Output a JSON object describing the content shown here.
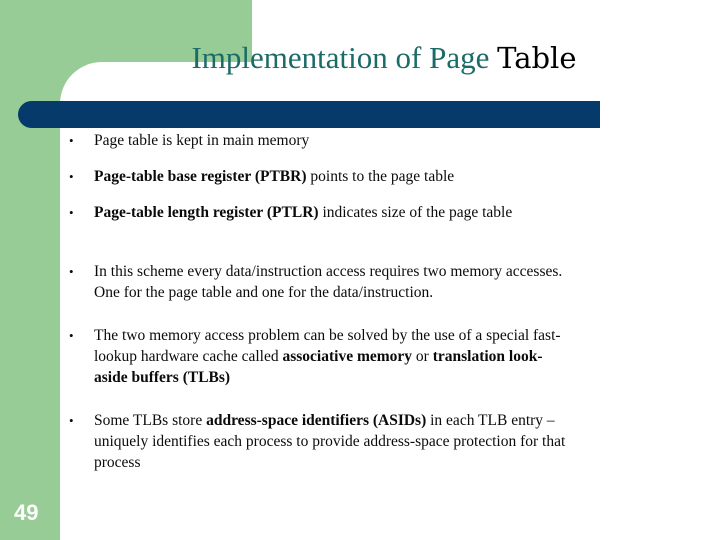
{
  "slide": {
    "title": {
      "main": "Implementation of Page ",
      "tail": "Table"
    },
    "page_number": "49",
    "bullet_glyph": "•",
    "colors": {
      "panel_green": "#98cc96",
      "bar_blue": "#053a6b",
      "title_teal": "#1b6b68",
      "title_black": "#000000",
      "body_text": "#0b0b0b",
      "page_number": "#ffffff"
    },
    "bullets": [
      {
        "id": "page-table-in-memory",
        "lines": [
          [
            {
              "text": "Page table is kept in main memory",
              "bold": false
            }
          ]
        ]
      },
      {
        "id": "ptbr",
        "lines": [
          [
            {
              "text": "Page-table base register (PTBR)",
              "bold": true
            },
            {
              "text": " points to the page table",
              "bold": false
            }
          ]
        ]
      },
      {
        "id": "ptlr",
        "lines": [
          [
            {
              "text": "Page-table length register (PTLR)",
              "bold": true
            },
            {
              "text": " indicates size of the page table",
              "bold": false
            }
          ]
        ]
      },
      {
        "id": "two-memory-accesses",
        "lines": [
          [
            {
              "text": "In this scheme every data/instruction access requires two memory accesses.",
              "bold": false
            }
          ],
          [
            {
              "text": "One for the page table and one for the data/instruction.",
              "bold": false
            }
          ]
        ]
      },
      {
        "id": "tlb-cache",
        "lines": [
          [
            {
              "text": "The two memory access problem can be solved by the use of a special fast-",
              "bold": false
            }
          ],
          [
            {
              "text": "lookup hardware cache called ",
              "bold": false
            },
            {
              "text": "associative memory",
              "bold": true
            },
            {
              "text": " or ",
              "bold": false
            },
            {
              "text": "translation look-",
              "bold": true
            }
          ],
          [
            {
              "text": "aside buffers (TLBs)",
              "bold": true
            }
          ]
        ]
      },
      {
        "id": "asids",
        "lines": [
          [
            {
              "text": "Some TLBs store ",
              "bold": false
            },
            {
              "text": "address-space identifiers (ASIDs)",
              "bold": true
            },
            {
              "text": " in each TLB entry –",
              "bold": false
            }
          ],
          [
            {
              "text": "uniquely identifies each process to provide address-space protection for that",
              "bold": false
            }
          ],
          [
            {
              "text": "process",
              "bold": false
            }
          ]
        ]
      }
    ]
  }
}
